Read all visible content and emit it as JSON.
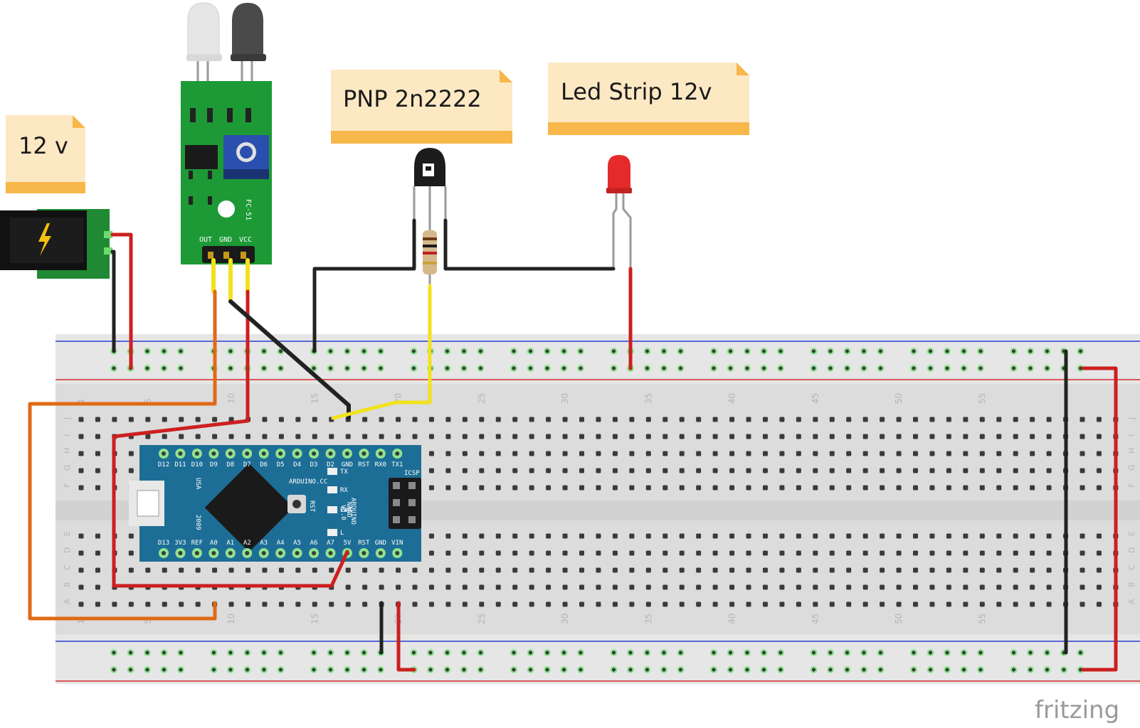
{
  "notes": {
    "power": "12 v",
    "transistor": "PNP 2n2222",
    "led_strip": "Led Strip 12v"
  },
  "ir_module": {
    "label": "FC-51",
    "pins": [
      "OUT",
      "GND",
      "VCC"
    ]
  },
  "arduino": {
    "brand": "ARDUINO.CC",
    "model_line1": "ARDUINO",
    "model_line2": "NANO",
    "model_line3": "V3.0",
    "top_pins": [
      "D12",
      "D11",
      "D10",
      "D9",
      "D8",
      "D7",
      "D6",
      "D5",
      "D4",
      "D3",
      "D2",
      "GND",
      "RST",
      "RX0",
      "TX1"
    ],
    "bottom_pins": [
      "D13",
      "3V3",
      "REF",
      "A0",
      "A1",
      "A2",
      "A3",
      "A4",
      "A5",
      "A6",
      "A7",
      "5V",
      "RST",
      "GND",
      "VIN"
    ],
    "leds": [
      "TX",
      "RX",
      "PWR",
      "L"
    ],
    "usa": "USA",
    "year": "2009",
    "icsp": "ICSP",
    "rst": "RST"
  },
  "breadboard": {
    "column_numbers": [
      "1",
      "5",
      "10",
      "15",
      "20",
      "25",
      "30",
      "35",
      "40",
      "45",
      "50",
      "55"
    ],
    "row_letters_top": [
      "J",
      "I",
      "H",
      "G",
      "F"
    ],
    "row_letters_bottom": [
      "E",
      "D",
      "C",
      "B",
      "A"
    ]
  },
  "brand": "fritzing",
  "colors": {
    "wire_red": "#cc1f1f",
    "wire_black": "#222222",
    "wire_yellow": "#f2e21d",
    "wire_orange": "#e06a14",
    "pcb_green": "#1e8a2e",
    "nano_blue": "#1d6e96",
    "note_bg": "#fde8c4",
    "note_band": "#f7b74a"
  }
}
